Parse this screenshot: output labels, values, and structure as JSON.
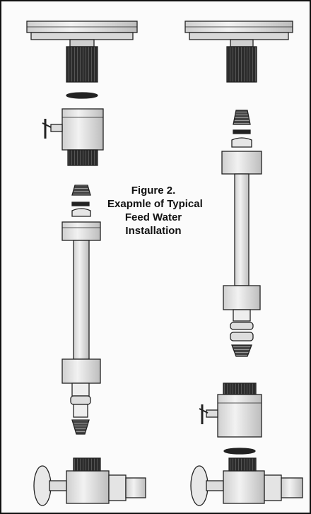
{
  "figure": {
    "caption_lines": [
      "Figure 2.",
      "Exapmle of Typical",
      "Feed Water",
      "Installation"
    ]
  },
  "colors": {
    "ink": "#222222",
    "metal_light": "#eeeeee",
    "metal_mid": "#cfcfcf",
    "thread_dark": "#2b2b2b"
  }
}
